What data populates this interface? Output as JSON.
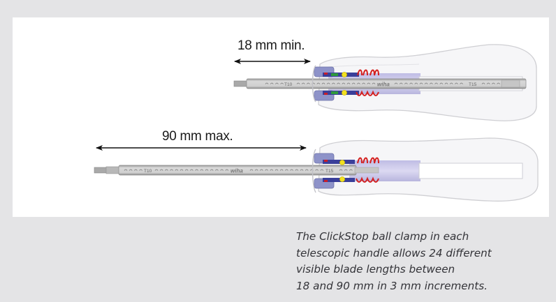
{
  "figure": {
    "top_screwdriver": {
      "dimension_label": "18 mm min.",
      "blade_marks": [
        "T10",
        "wiha",
        "T15"
      ]
    },
    "bottom_screwdriver": {
      "dimension_label": "90 mm max.",
      "blade_marks": [
        "T10",
        "wiha",
        "T15"
      ]
    }
  },
  "caption": {
    "lines": [
      "The ClickStop ball clamp in each",
      "telescopic handle allows 24 different",
      "visible blade lengths between",
      "18 and 90 mm in 3 mm increments."
    ]
  },
  "colors": {
    "background": "#e4e4e6",
    "panel": "#ffffff",
    "blade": "#bdbdbd",
    "spring": "#d42020",
    "ball": "#f2e020",
    "clamp": "#7f86c4"
  }
}
